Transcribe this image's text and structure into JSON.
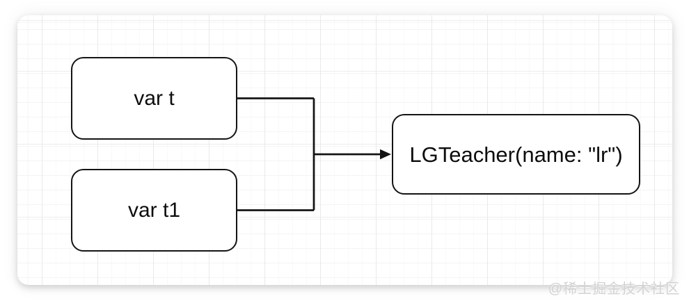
{
  "canvas": {
    "background": "#ffffff",
    "grid_minor_color": "#f4f4f4",
    "grid_major_color": "#e9e9e9"
  },
  "diagram": {
    "stroke_color": "#141414",
    "node_fill": "#ffffff",
    "nodes": [
      {
        "id": "var-t",
        "label": "var t"
      },
      {
        "id": "var-t1",
        "label": "var t1"
      },
      {
        "id": "lgteacher",
        "label": "LGTeacher(name: \"lr\")"
      }
    ],
    "edges": [
      {
        "from": "var-t",
        "to": "lgteacher"
      },
      {
        "from": "var-t1",
        "to": "lgteacher"
      }
    ]
  },
  "watermark": {
    "text": "@稀土掘金技术社区",
    "color": "#d2d2d2"
  }
}
